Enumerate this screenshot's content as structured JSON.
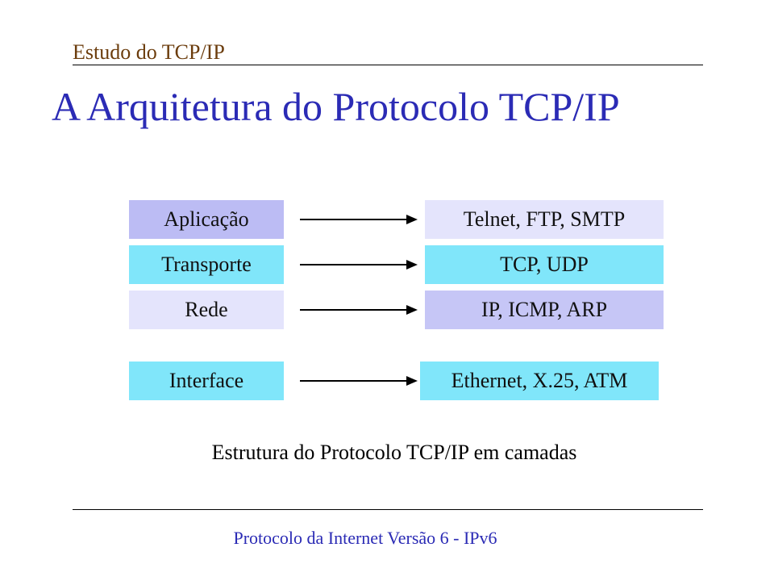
{
  "header": {
    "title": "Estudo do TCP/IP"
  },
  "slide": {
    "title": "A Arquitetura do Protocolo TCP/IP"
  },
  "rows": [
    {
      "layer": "Aplicação",
      "protocols": "Telnet, FTP, SMTP",
      "layer_color": "#bcbcf4",
      "proto_color": "#e4e4fc"
    },
    {
      "layer": "Transporte",
      "protocols": "TCP, UDP",
      "layer_color": "#80e6fa",
      "proto_color": "#80e6fa"
    },
    {
      "layer": "Rede",
      "protocols": "IP, ICMP, ARP",
      "layer_color": "#e4e4fc",
      "proto_color": "#c6c6f6"
    },
    {
      "layer": "Interface",
      "protocols": "Ethernet, X.25, ATM",
      "layer_color": "#80e6fa",
      "proto_color": "#80e6fa"
    }
  ],
  "caption": "Estrutura do Protocolo TCP/IP em camadas",
  "footer": {
    "text": "Protocolo da Internet Versão 6 - IPv6"
  }
}
